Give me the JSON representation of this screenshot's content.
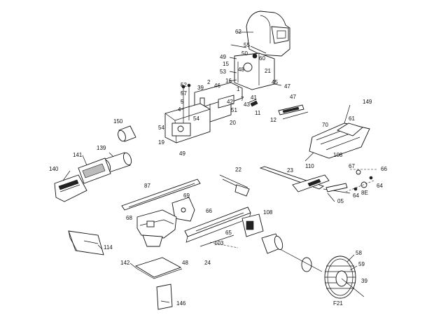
{
  "labels": {
    "l62": "62",
    "l55": "55",
    "l50": "50",
    "l60": "60",
    "l49a": "49",
    "l15": "15",
    "l48a": "48",
    "l21": "21",
    "l53": "53",
    "l16": "16",
    "l1": "1",
    "l7": "7",
    "l43": "43",
    "l45": "45",
    "l47a": "47",
    "l47b": "47",
    "l41": "41",
    "l11": "11",
    "l12": "12",
    "l52": "52",
    "l57": "57",
    "l5": "5",
    "l4": "4",
    "l39": "39",
    "l2": "2",
    "l46": "46",
    "l42": "42",
    "l51": "51",
    "l20": "20",
    "l54a": "54",
    "l54b": "54",
    "l19": "19",
    "l49b": "49",
    "l150": "150",
    "l139": "139",
    "l141": "141",
    "l140": "140",
    "l149": "149",
    "l61": "61",
    "l70": "70",
    "l108a": "108",
    "l110": "110",
    "l67a": "67",
    "l66": "66",
    "l64a": "64",
    "l8e": "8E",
    "l64b": "64",
    "l05": "05",
    "l22": "22",
    "l23": "23",
    "l87": "87",
    "l69": "69",
    "l68": "68",
    "l66b": "66",
    "l108b": "108",
    "l65": "65",
    "l103": "103",
    "l24": "24",
    "l114": "114",
    "l142": "142",
    "l48b": "48",
    "l146": "146",
    "l58": "58",
    "l59": "59",
    "l39b": "39",
    "l21b": "F21"
  },
  "colors": {
    "ink": "#111111",
    "background": "#ffffff"
  }
}
